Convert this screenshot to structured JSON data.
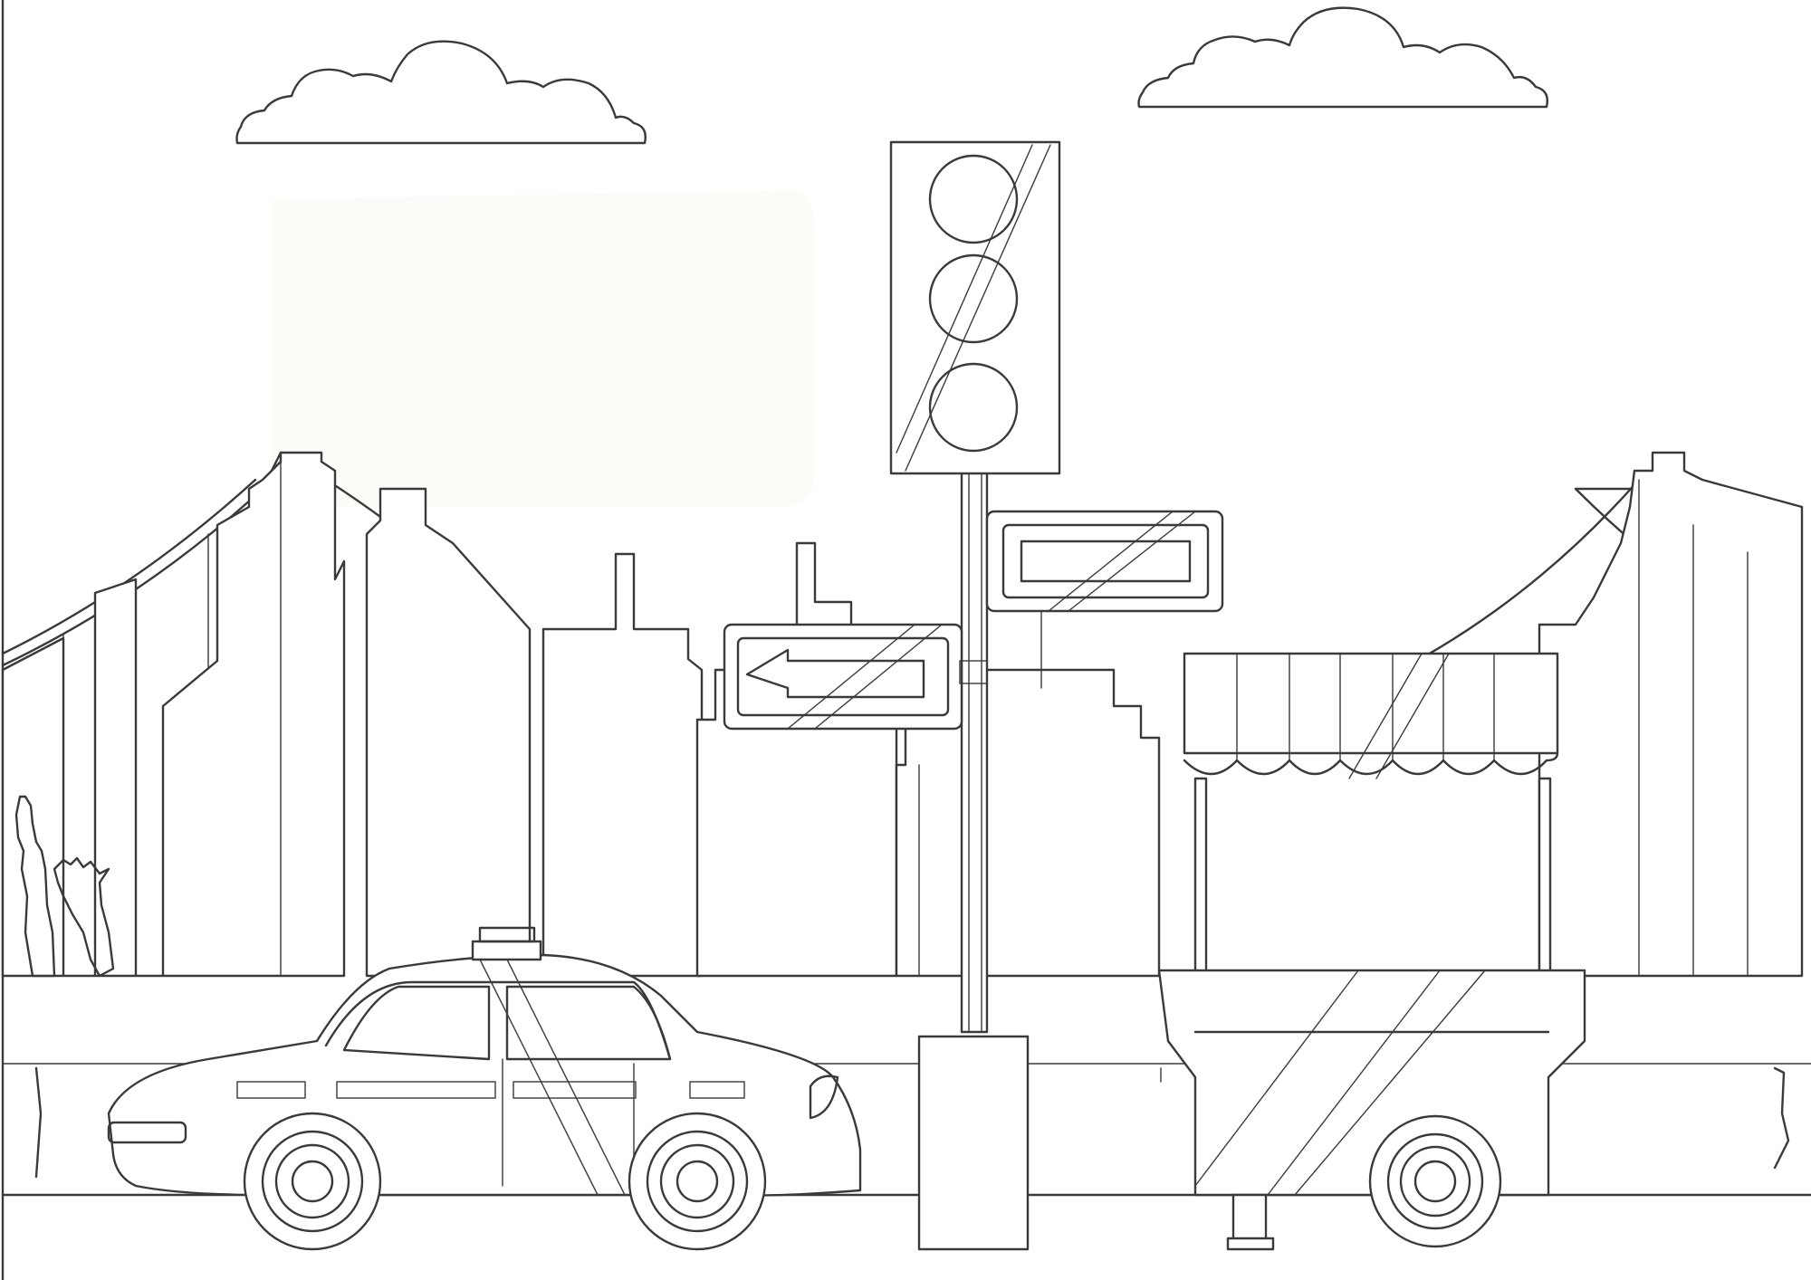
{
  "scene": {
    "description_free": true,
    "style": "line-art coloring page",
    "colors": {
      "background": "#ffffff",
      "outline": "#3a3a3a"
    },
    "elements": {
      "clouds": 2,
      "skyline": "city-skyline",
      "bridge_towers": 2,
      "traffic_light_lamps": 3,
      "street_signs": 2,
      "vehicles": [
        "taxi",
        "food-cart"
      ]
    }
  }
}
